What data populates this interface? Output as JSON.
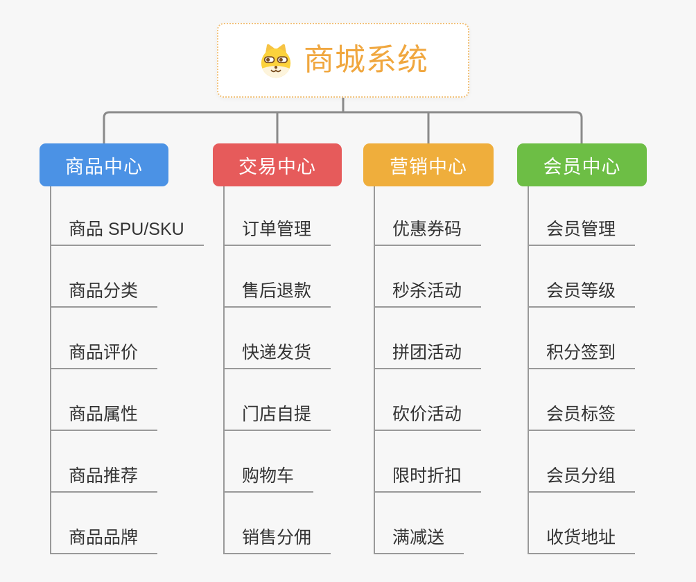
{
  "root": {
    "title": "商城系统",
    "icon": "dog-face-icon"
  },
  "colors": {
    "background": "#F7F7F7",
    "root_accent": "#F0A73F",
    "root_border": "#F2C27B",
    "connector": "#8A8A8A",
    "leaf_line": "#999999",
    "leaf_text": "#333333"
  },
  "branches": [
    {
      "label": "商品中心",
      "color": "#4B92E5",
      "children": [
        "商品 SPU/SKU",
        "商品分类",
        "商品评价",
        "商品属性",
        "商品推荐",
        "商品品牌"
      ]
    },
    {
      "label": "交易中心",
      "color": "#E65B5B",
      "children": [
        "订单管理",
        "售后退款",
        "快递发货",
        "门店自提",
        "购物车",
        "销售分佣"
      ]
    },
    {
      "label": "营销中心",
      "color": "#EFAE3C",
      "children": [
        "优惠券码",
        "秒杀活动",
        "拼团活动",
        "砍价活动",
        "限时折扣",
        "满减送"
      ]
    },
    {
      "label": "会员中心",
      "color": "#6DBE45",
      "children": [
        "会员管理",
        "会员等级",
        "积分签到",
        "会员标签",
        "会员分组",
        "收货地址"
      ]
    }
  ]
}
